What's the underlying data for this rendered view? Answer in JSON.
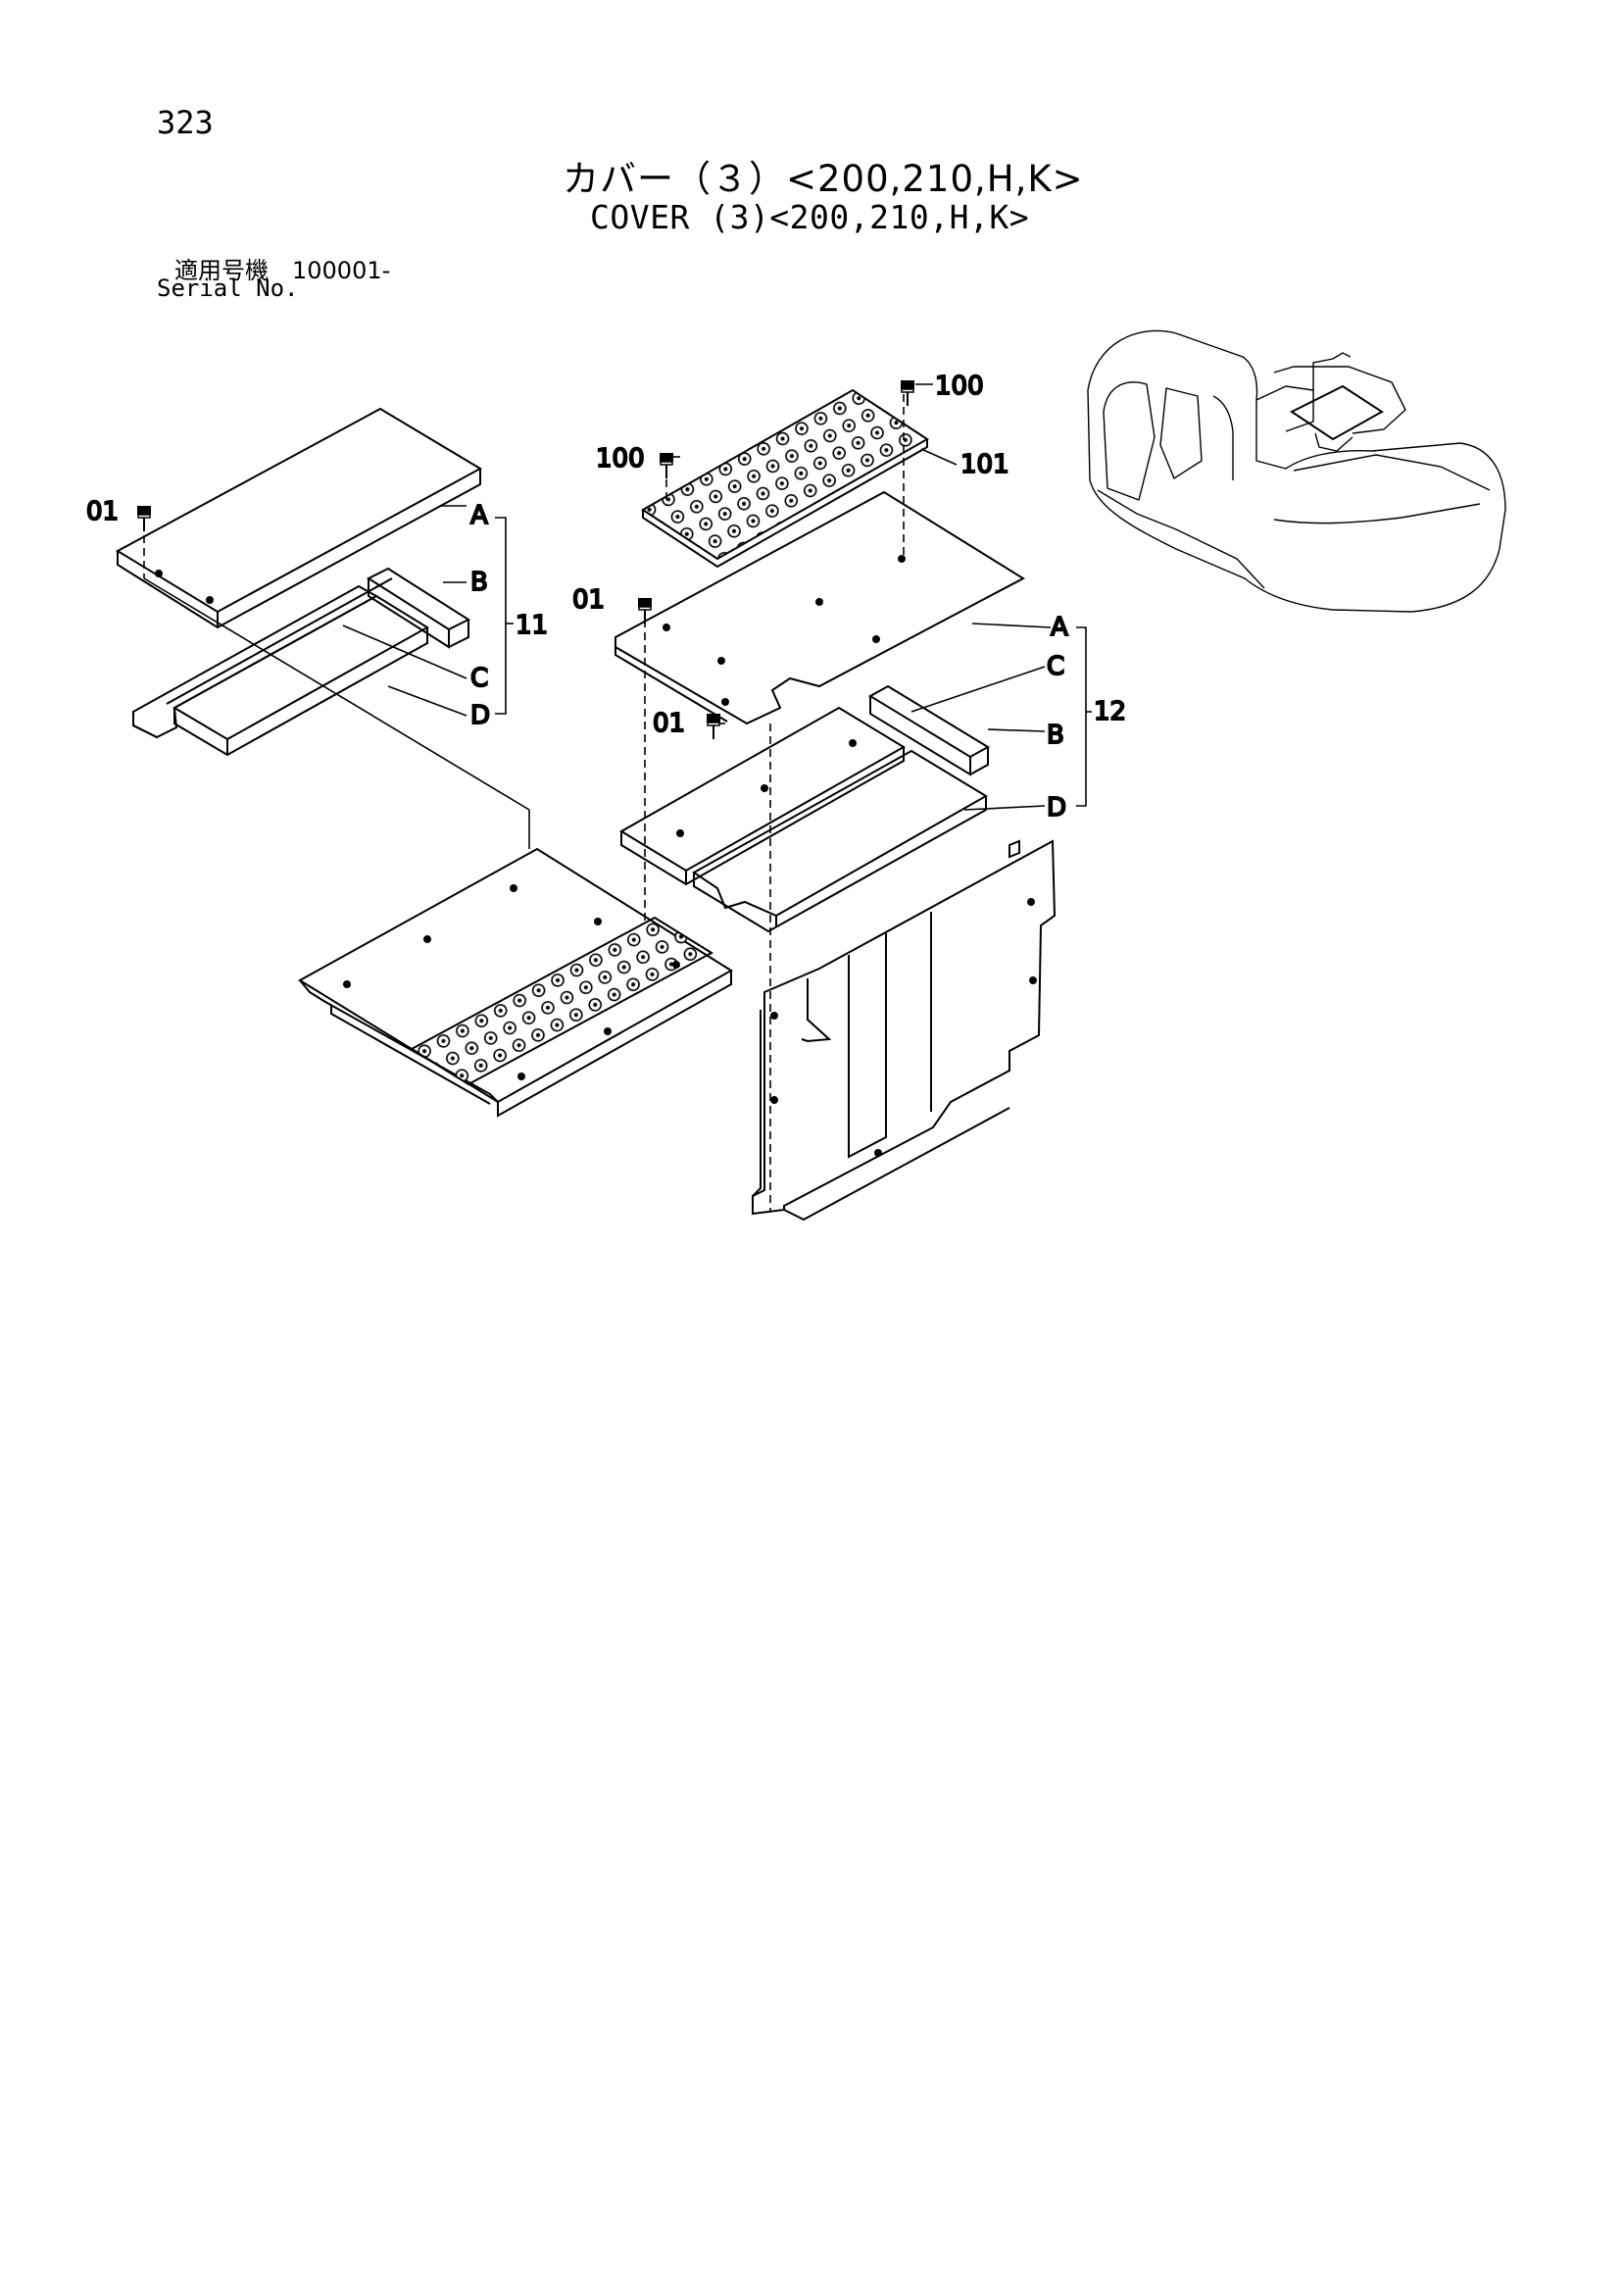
{
  "page": {
    "number": "323",
    "title_jp": "カバー（３）<200,210,H,K>",
    "title_en": "COVER (3)<200,210,H,K>",
    "serial_label_jp": "適用号機　100001-",
    "serial_label_en": "Serial No."
  },
  "callouts": {
    "part_01": "01",
    "part_100": "100",
    "part_101": "101",
    "part_11": "11",
    "part_12": "12",
    "sub_a": "A",
    "sub_b": "B",
    "sub_c": "C",
    "sub_d": "D"
  }
}
